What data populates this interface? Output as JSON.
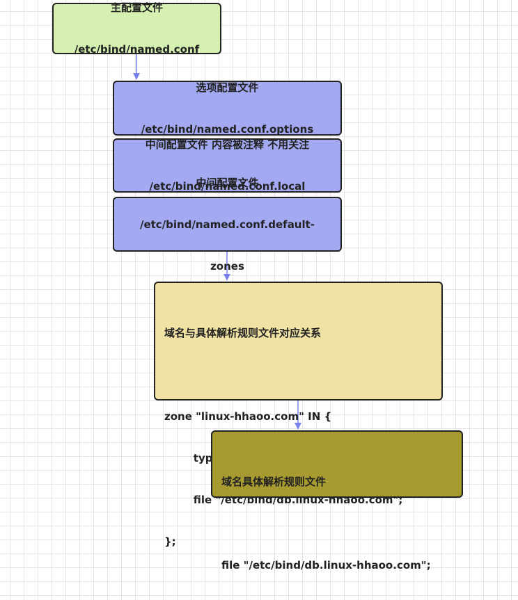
{
  "nodes": {
    "main_config": {
      "title": "主配置文件",
      "path": "/etc/bind/named.conf",
      "color": "#d5f0b1"
    },
    "options_config": {
      "title": "选项配置文件",
      "path": "/etc/bind/named.conf.options",
      "color": "#a4aaf2"
    },
    "local_config": {
      "title": "中间配置文件 内容被注释 不用关注",
      "path": "/etc/bind/named.conf.local",
      "color": "#a4aaf2"
    },
    "default_zones_config": {
      "title": "中间配置文件",
      "path_line1": "/etc/bind/named.conf.default-",
      "path_line2": "zones",
      "color": "#a4aaf2"
    },
    "zone_mapping": {
      "title": "域名与具体解析规则文件对应关系",
      "code_line1": "zone \"linux-hhaoo.com\" IN {",
      "code_line2": "        type master;",
      "code_line3": "        file \"/etc/bind/db.linux-hhaoo.com\";",
      "code_line4": "};",
      "color": "#f0e2a3"
    },
    "zone_file": {
      "title": "域名具体解析规则文件",
      "code": "file \"/etc/bind/db.linux-hhaoo.com\";",
      "color": "#a79a30"
    }
  },
  "edge_color": "#7b83eb"
}
